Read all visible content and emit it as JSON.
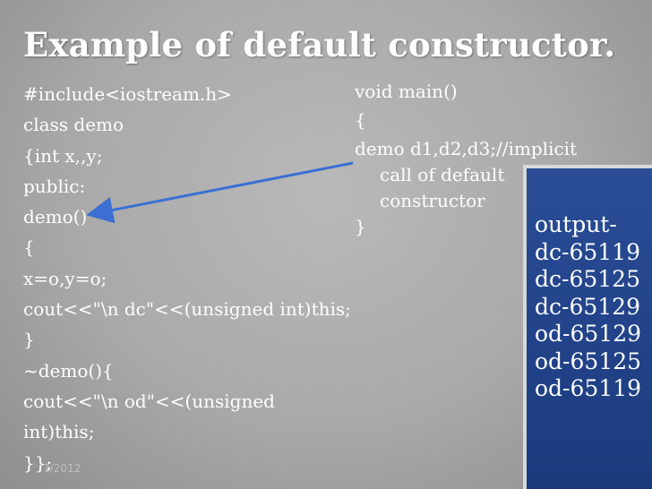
{
  "title": "Example of default constructor.",
  "left_code": [
    "#include<iostream.h>",
    "class demo",
    "{int x,,y;",
    "public:",
    "demo()",
    "{",
    "x=o,y=o;",
    "cout<<\"\\n dc\"<<(unsigned int)this;",
    "}",
    "~demo(){",
    "cout<<\"\\n od\"<<(unsigned",
    "int)this;",
    "}};"
  ],
  "right_code": {
    "line1": "void main()",
    "line2": "{",
    "line3": "demo d1,d2,d3;//implicit",
    "line4": "call of default",
    "line5": "constructor",
    "line6": "}"
  },
  "output": {
    "label": "output-",
    "values": [
      "dc-65119",
      "dc-65125",
      "dc-65129",
      "od-65129",
      "od-65125",
      "od-65119"
    ]
  },
  "footer": {
    "date": "7/2012"
  },
  "colors": {
    "background": "#a9a9a9",
    "output_box": "#1f3f86",
    "arrow": "#3b6fd4"
  }
}
